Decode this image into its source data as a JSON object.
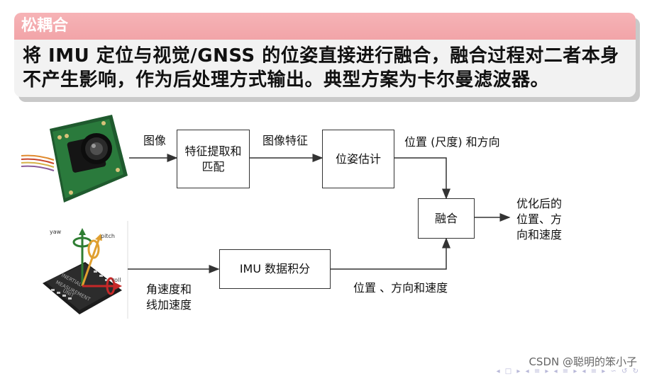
{
  "header": {
    "title": "松耦合"
  },
  "body_text": "将 IMU 定位与视觉/GNSS 的位姿直接进行融合，融合过程对二者本身不产生影响，作为后处理方式输出。典型方案为卡尔曼滤波器。",
  "diagram": {
    "box_feature": "特征提取和\n匹配",
    "box_pose": "位姿估计",
    "box_fusion": "融合",
    "box_imu": "IMU 数据积分",
    "label_image": "图像",
    "label_image_feature": "图像特征",
    "label_pos_scale_dir": "位置 (尺度) 和方向",
    "label_optimized": "优化后的\n位置、方\n向和速度",
    "label_ang_lin": "角速度和\n线加速度",
    "label_pos_dir_vel": "位置 、方向和速度",
    "imu_axis_yaw": "yaw",
    "imu_axis_pitch": "pitch",
    "imu_axis_roll": "roll",
    "imu_chip_text": "INERTIAL\nMEASUREMENT\nUNIT"
  },
  "footer": {
    "watermark": "CSDN @聪明的笨小子"
  },
  "colors": {
    "header_bg": "#f2a4a8",
    "block_bg": "#f2f2f2",
    "nav": "#b8b8d8"
  },
  "icons": [
    "camera-module-image",
    "imu-sensor-image",
    "beamer-nav-icons"
  ]
}
